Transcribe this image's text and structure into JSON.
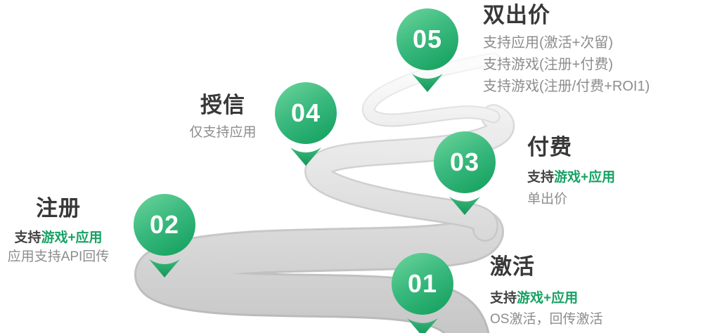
{
  "colors": {
    "green_text": "#17a163",
    "marker_light": "#68d399",
    "marker_dark": "#13a05e",
    "title_text": "#383838",
    "muted_text": "#8d8d8d",
    "road_light": "#f6f6f6",
    "road_dark": "#c6c6c6"
  },
  "stages": [
    {
      "number": "01",
      "title": "激活",
      "support": {
        "prefix": "支持",
        "highlight": "游戏+应用"
      },
      "details": [
        "OS激活，回传激活"
      ]
    },
    {
      "number": "02",
      "title": "注册",
      "support": {
        "prefix": "支持",
        "highlight": "游戏+应用"
      },
      "details": [
        "应用支持API回传"
      ]
    },
    {
      "number": "03",
      "title": "付费",
      "support": {
        "prefix": "支持",
        "highlight": "游戏+应用"
      },
      "details": [
        "单出价"
      ]
    },
    {
      "number": "04",
      "title": "授信",
      "details": [
        "仅支持应用"
      ]
    },
    {
      "number": "05",
      "title": "双出价",
      "details": [
        "支持应用(激活+次留)",
        "支持游戏(注册+付费)",
        "支持游戏(注册/付费+ROI1)"
      ]
    }
  ]
}
